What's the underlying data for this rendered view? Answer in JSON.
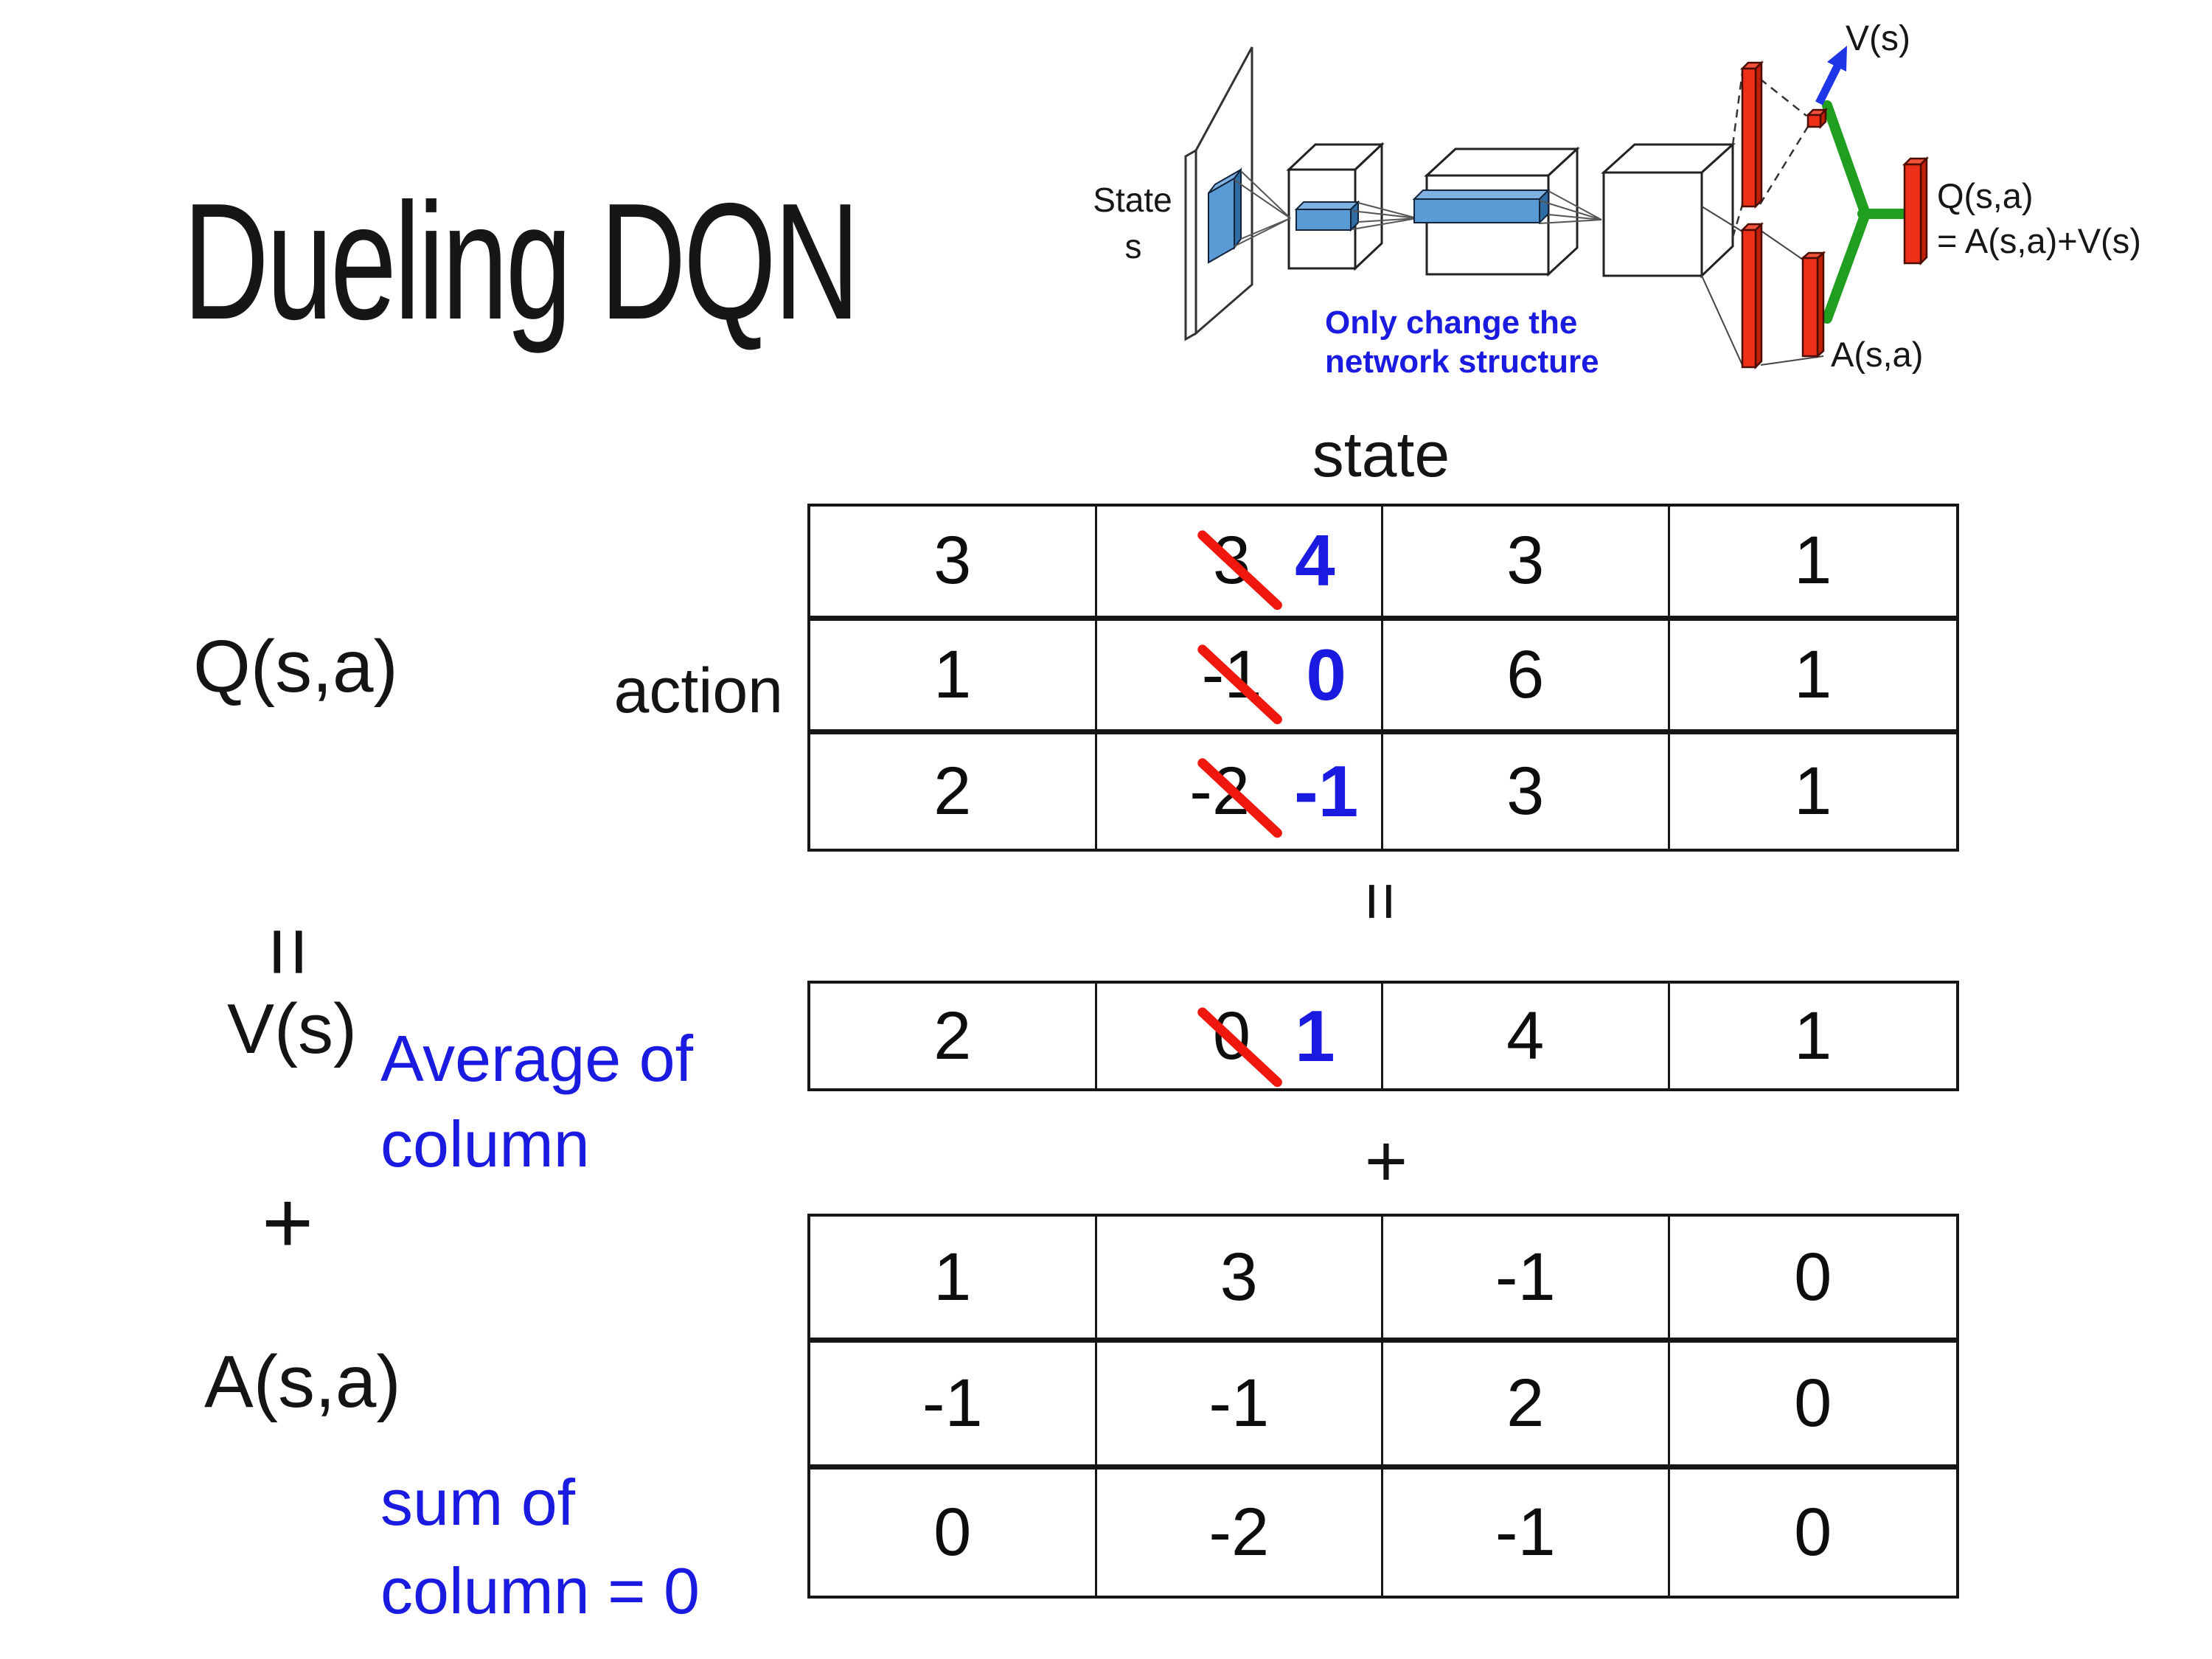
{
  "title": "Dueling DQN",
  "colors": {
    "accent_blue": "#1a1ae0",
    "strike_red": "#f0170e",
    "bar_red": "#ee3018",
    "green": "#1f9e1f",
    "arrow_blue": "#1f35e8",
    "filter_blue": "#5b9bd5"
  },
  "diagram": {
    "state_line1": "State",
    "state_line2": "s",
    "note_line1": "Only change the",
    "note_line2": "network structure",
    "v_output": "V(s)",
    "q_output_line1": "Q(s,a)",
    "q_output_line2": "= A(s,a)+V(s)",
    "a_output": "A(s,a)"
  },
  "equation": {
    "q_term": "Q(s,a)",
    "equals_left": "=",
    "v_term": "V(s)",
    "plus_left": "+",
    "a_term": "A(s,a)",
    "equals_mid": "=",
    "plus_mid": "+",
    "state_header": "state",
    "action_label": "action",
    "avg_note_line1": "Average of",
    "avg_note_line2": "column",
    "sum_note_line1": "sum of",
    "sum_note_line2": "column = 0"
  },
  "q_table": {
    "rows": [
      [
        {
          "v": "3"
        },
        {
          "old": "3",
          "new": "4"
        },
        {
          "v": "3"
        },
        {
          "v": "1"
        }
      ],
      [
        {
          "v": "1"
        },
        {
          "old": "-1",
          "new": "0"
        },
        {
          "v": "6"
        },
        {
          "v": "1"
        }
      ],
      [
        {
          "v": "2"
        },
        {
          "old": "-2",
          "new": "-1"
        },
        {
          "v": "3"
        },
        {
          "v": "1"
        }
      ]
    ]
  },
  "v_table": {
    "rows": [
      [
        {
          "v": "2"
        },
        {
          "old": "0",
          "new": "1"
        },
        {
          "v": "4"
        },
        {
          "v": "1"
        }
      ]
    ]
  },
  "a_table": {
    "rows": [
      [
        {
          "v": "1"
        },
        {
          "v": "3"
        },
        {
          "v": "-1"
        },
        {
          "v": "0"
        }
      ],
      [
        {
          "v": "-1"
        },
        {
          "v": "-1"
        },
        {
          "v": "2"
        },
        {
          "v": "0"
        }
      ],
      [
        {
          "v": "0"
        },
        {
          "v": "-2"
        },
        {
          "v": "-1"
        },
        {
          "v": "0"
        }
      ]
    ]
  }
}
